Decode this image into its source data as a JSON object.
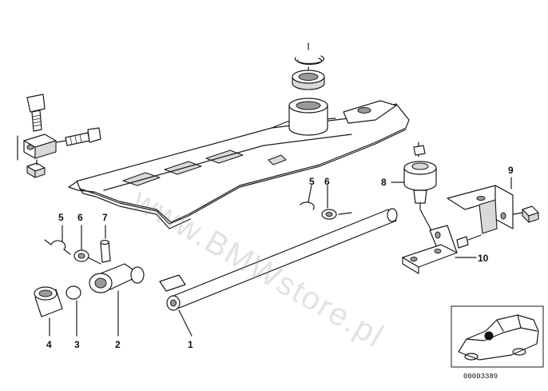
{
  "parts": [
    {
      "label": "1"
    },
    {
      "label": "2"
    },
    {
      "label": "3"
    },
    {
      "label": "4"
    },
    {
      "label": "5"
    },
    {
      "label": "6"
    },
    {
      "label": "7"
    },
    {
      "label": "5"
    },
    {
      "label": "6"
    },
    {
      "label": "8"
    },
    {
      "label": "9"
    },
    {
      "label": "10"
    }
  ],
  "watermark": "www.BMWstore.pl",
  "diagram_code": "00003389"
}
